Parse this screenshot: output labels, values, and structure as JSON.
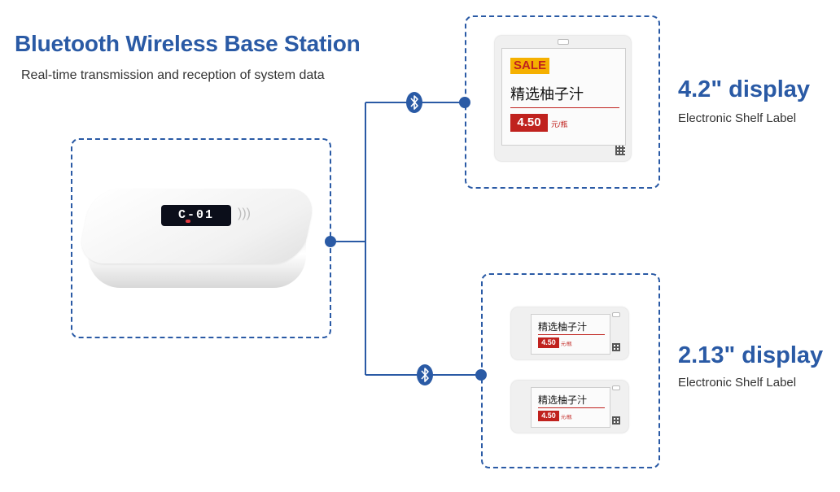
{
  "header": {
    "title": "Bluetooth Wireless Base Station",
    "subtitle": "Real-time transmission and reception of system data"
  },
  "base_station": {
    "screen_text": "C-01"
  },
  "displays": [
    {
      "size_label": "4.2\" display",
      "type_label": "Electronic Shelf Label"
    },
    {
      "size_label": "2.13\" display",
      "type_label": "Electronic Shelf Label"
    }
  ],
  "tag_content": {
    "sale": "SALE",
    "product": "精选柚子汁",
    "price": "4.50",
    "unit": "元/瓶"
  },
  "colors": {
    "accent": "#2a5aa5",
    "price_red": "#c0221e",
    "sale_yellow": "#f5b000"
  },
  "icons": [
    "bluetooth-icon"
  ]
}
